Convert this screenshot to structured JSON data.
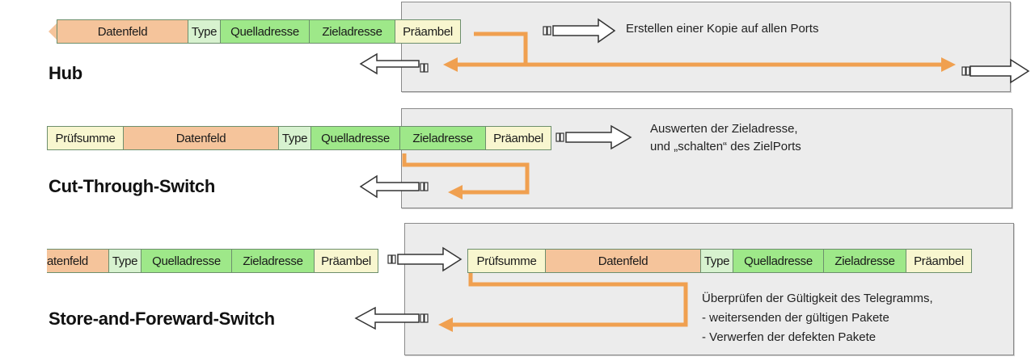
{
  "frame_fields": {
    "datenfeld": "Datenfeld",
    "datenfeld_cut": "atenfeld",
    "type": "Type",
    "quelladresse": "Quelladresse",
    "zieladresse": "Zieladresse",
    "praeambel": "Präambel",
    "pruefsumme": "Prüfsumme"
  },
  "rows": {
    "hub": {
      "label": "Hub",
      "note": "Erstellen einer Kopie auf allen Ports"
    },
    "cut_through": {
      "label": "Cut-Through-Switch",
      "note_lines": [
        "Auswerten der Zieladresse,",
        "und „schalten“ des ZielPorts"
      ]
    },
    "store_forward": {
      "label": "Store-and-Foreward-Switch",
      "note_lines": [
        "Überprüfen der Gültigkeit des Telegramms,",
        "- weitersenden der gültigen Pakete",
        "- Verwerfen der defekten Pakete"
      ]
    }
  },
  "colors": {
    "data_field": "#f5c49b",
    "type_field": "#d7f2cf",
    "address_field": "#9ee889",
    "preamble_field": "#f8f6cf",
    "path_arrow": "#f0a050",
    "panel": "#ececec"
  },
  "icons": [
    "port-connector-icon",
    "hollow-arrow-right-icon",
    "hollow-arrow-left-icon"
  ]
}
